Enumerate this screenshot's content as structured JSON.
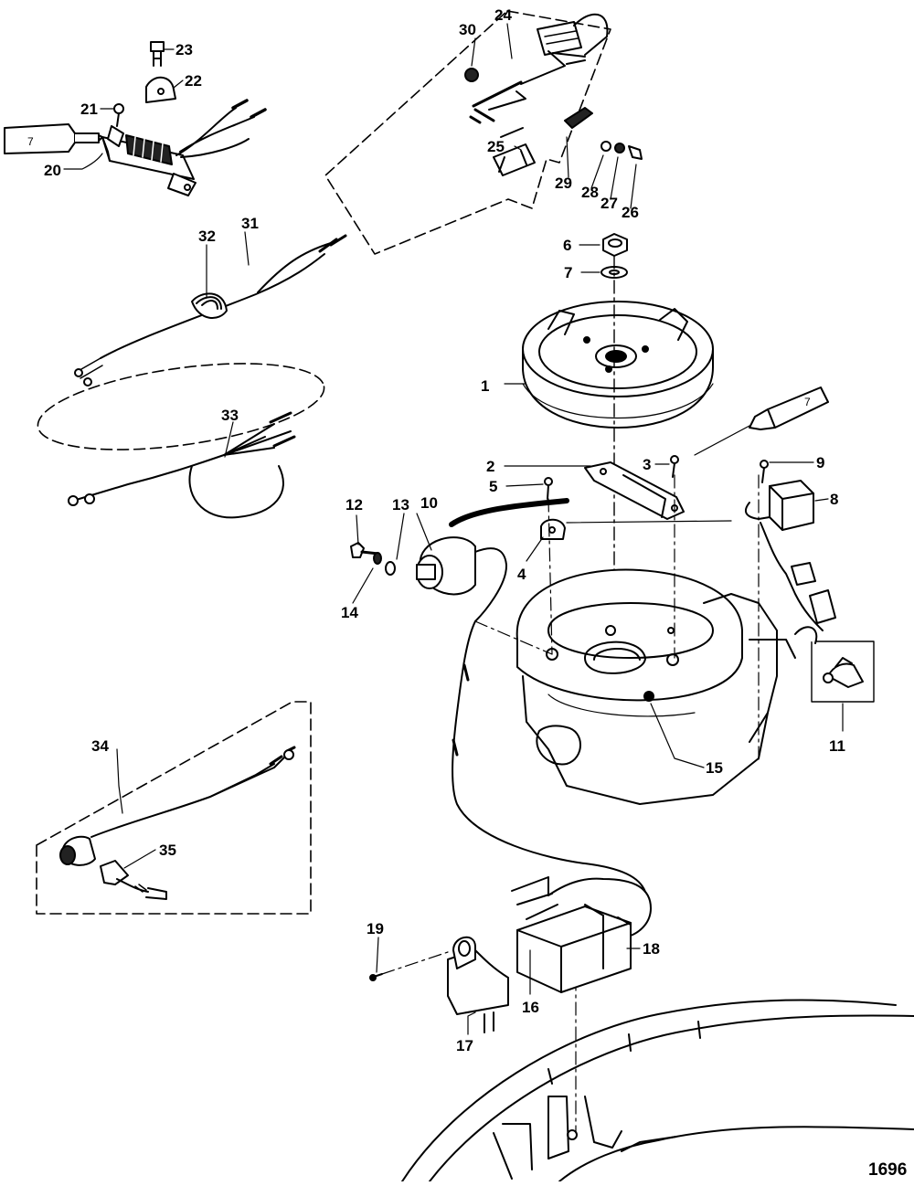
{
  "figure_number": "1696",
  "parts": [
    {
      "id": "p1",
      "ref": "1",
      "part": "flywheel"
    },
    {
      "id": "p2",
      "ref": "2",
      "part": "trigger-bracket"
    },
    {
      "id": "p3",
      "ref": "3",
      "part": "trigger-screw"
    },
    {
      "id": "p4",
      "ref": "4",
      "part": "wire-clamp"
    },
    {
      "id": "p5",
      "ref": "5",
      "part": "clamp-screw"
    },
    {
      "id": "p6",
      "ref": "6",
      "part": "flywheel-nut"
    },
    {
      "id": "p7a",
      "ref": "7",
      "part": "flywheel-washer"
    },
    {
      "id": "p8",
      "ref": "8",
      "part": "stator-module"
    },
    {
      "id": "p9",
      "ref": "9",
      "part": "module-screw"
    },
    {
      "id": "p10",
      "ref": "10",
      "part": "ignition-coil"
    },
    {
      "id": "p11",
      "ref": "11",
      "part": "spark-plug-boot"
    },
    {
      "id": "p12",
      "ref": "12",
      "part": "coil-screw"
    },
    {
      "id": "p13",
      "ref": "13",
      "part": "coil-washer"
    },
    {
      "id": "p14",
      "ref": "14",
      "part": "lock-washer"
    },
    {
      "id": "p15",
      "ref": "15",
      "part": "stator-plate-screw"
    },
    {
      "id": "p16",
      "ref": "16",
      "part": "switch-box"
    },
    {
      "id": "p17",
      "ref": "17",
      "part": "switch-box-bracket"
    },
    {
      "id": "p18",
      "ref": "18",
      "part": "switch-box-strap"
    },
    {
      "id": "p19",
      "ref": "19",
      "part": "bracket-pin"
    },
    {
      "id": "p20",
      "ref": "20",
      "part": "rectifier"
    },
    {
      "id": "p21",
      "ref": "21",
      "part": "rectifier-screw"
    },
    {
      "id": "p22",
      "ref": "22",
      "part": "ground-clamp"
    },
    {
      "id": "p23",
      "ref": "23",
      "part": "clamp-bolt"
    },
    {
      "id": "p24",
      "ref": "24",
      "part": "fuse-holder-assembly"
    },
    {
      "id": "p25",
      "ref": "25",
      "part": "fuse"
    },
    {
      "id": "p26",
      "ref": "26",
      "part": "screw"
    },
    {
      "id": "p27",
      "ref": "27",
      "part": "washer"
    },
    {
      "id": "p28",
      "ref": "28",
      "part": "washer"
    },
    {
      "id": "p29",
      "ref": "29",
      "part": "fuse-clip"
    },
    {
      "id": "p30",
      "ref": "30",
      "part": "nut"
    },
    {
      "id": "p31",
      "ref": "31",
      "part": "harness"
    },
    {
      "id": "p32",
      "ref": "32",
      "part": "grommet"
    },
    {
      "id": "p33",
      "ref": "33",
      "part": "battery-harness"
    },
    {
      "id": "p34",
      "ref": "34",
      "part": "stop-switch-lead"
    },
    {
      "id": "p35",
      "ref": "35",
      "part": "stop-switch-clip"
    }
  ],
  "sealant_tubes": [
    {
      "id": "tube-left",
      "ref": "7"
    },
    {
      "id": "tube-right",
      "ref": "7"
    }
  ]
}
